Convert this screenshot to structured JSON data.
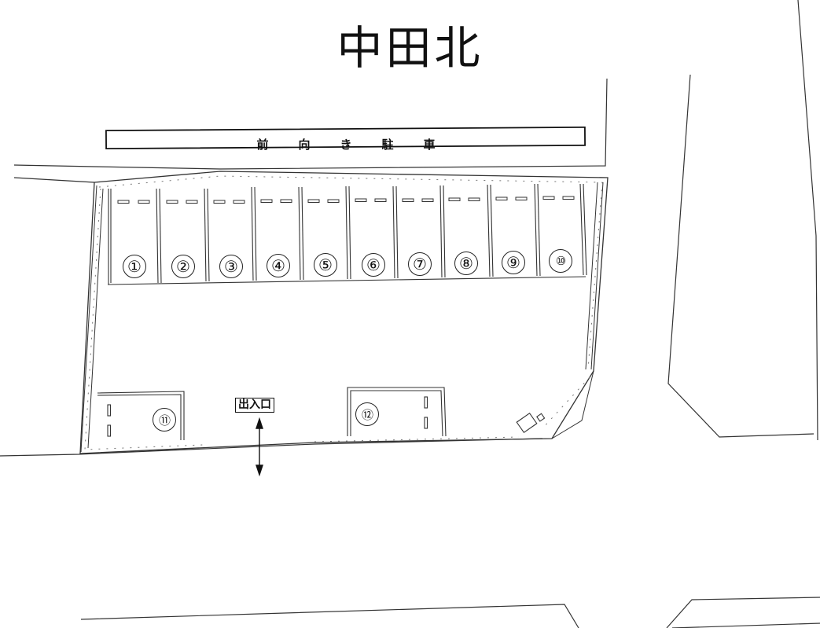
{
  "title": "中田北",
  "banner": {
    "label": "前向き駐車",
    "chars": [
      "前",
      "向",
      "き",
      "駐",
      "車"
    ]
  },
  "entrance_label": "出入口",
  "spaces": [
    {
      "id": 1,
      "label": "①"
    },
    {
      "id": 2,
      "label": "②"
    },
    {
      "id": 3,
      "label": "③"
    },
    {
      "id": 4,
      "label": "④"
    },
    {
      "id": 5,
      "label": "⑤"
    },
    {
      "id": 6,
      "label": "⑥"
    },
    {
      "id": 7,
      "label": "⑦"
    },
    {
      "id": 8,
      "label": "⑧"
    },
    {
      "id": 9,
      "label": "⑨"
    },
    {
      "id": 10,
      "label": "⑩"
    },
    {
      "id": 11,
      "label": "⑪"
    },
    {
      "id": 12,
      "label": "⑫"
    }
  ],
  "colors": {
    "line": "#222222",
    "fence": "#555555",
    "background": "#ffffff"
  }
}
